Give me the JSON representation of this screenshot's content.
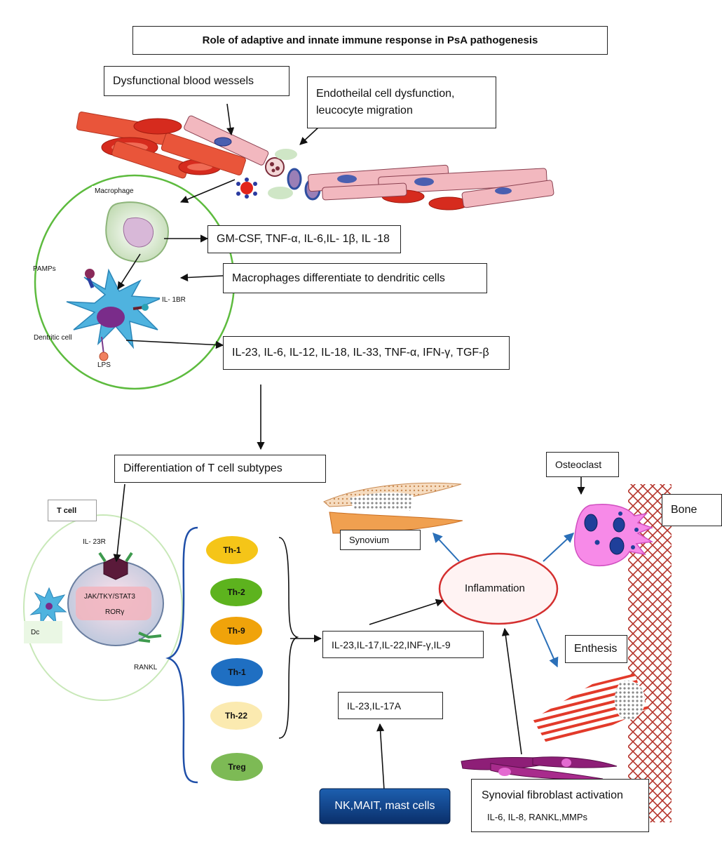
{
  "title": "Role of adaptive and innate immune response in PsA pathogenesis",
  "labels": {
    "dysfunctional_vessels": "Dysfunctional blood wessels",
    "endothelial_line1": "Endotheilal cell dysfunction,",
    "endothelial_line2": "leucocyte migration",
    "macrophage": "Macrophage",
    "cytokines_macrophage": "GM-CSF, TNF-α, IL-6,IL- 1β, IL -18",
    "pamps": "PAMPs",
    "macrophage_diff": "Macrophages differentiate to dendritic cells",
    "il1br": "IL- 1BR",
    "dendritic_cell": "Dentritic cell",
    "lps": "LPS",
    "cytokines_dendritic": "IL-23, IL-6, IL-12, IL-18, IL-33, TNF-α, IFN-γ, TGF-β",
    "t_cell_diff": "Differentiation of T cell subtypes",
    "t_cell": "T cell",
    "il23r": "IL- 23R",
    "jak_stat": "JAK/TKY/STAT3",
    "ror": "RORγ",
    "dc": "Dc",
    "rankl": "RANKL",
    "osteoclast": "Osteoclast",
    "bone": "Bone",
    "synovium": "Synovium",
    "inflammation": "Inflammation",
    "enthesis": "Enthesis",
    "th_cytokines": "IL-23,IL-17,IL-22,INF-γ,IL-9",
    "il23_17a": "IL-23,IL-17A",
    "nk_mait": "NK,MAIT, mast cells",
    "synovial_fibro": "Synovial fibroblast activation",
    "fibro_cytokines": "IL-6, IL-8, RANKL,MMPs"
  },
  "t_subsets": [
    {
      "label": "Th-1",
      "color": "#f5c518"
    },
    {
      "label": "Th-2",
      "color": "#5db31e"
    },
    {
      "label": "Th-9",
      "color": "#f0a30a"
    },
    {
      "label": "Th-1",
      "color": "#1f6fc2"
    },
    {
      "label": "Th-22",
      "color": "#fbeab0"
    },
    {
      "label": "Treg",
      "color": "#7dba55"
    }
  ],
  "colors": {
    "vessel_red": "#e9553a",
    "vessel_pink": "#f2b8bf",
    "cell_circle_green": "#5dbb3e",
    "brace_blue": "#1f4fa8",
    "inflammation_red": "#d42f2f",
    "arrow_blue": "#2a6fb8",
    "nk_box": "#0f3f86",
    "osteoclast_pink": "#f78ae8",
    "fibroblast_purple": "#8e1e77"
  },
  "icons": [
    "blood-vessel-cells",
    "macrophage-cell",
    "dendritic-cell",
    "t-cell",
    "synovium-layer",
    "osteoclast-cell",
    "bone-lattice",
    "enthesis-tendon",
    "fibroblast-cells"
  ]
}
